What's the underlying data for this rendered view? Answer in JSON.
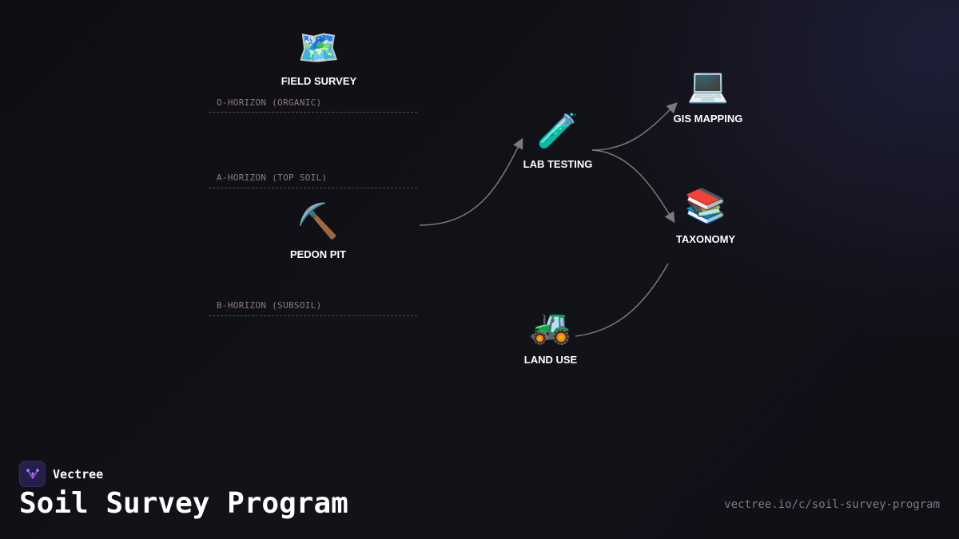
{
  "horizons": [
    {
      "label": "O-HORIZON (ORGANIC)"
    },
    {
      "label": "A-HORIZON (TOP SOIL)"
    },
    {
      "label": "B-HORIZON (SUBSOIL)"
    }
  ],
  "nodes": {
    "field_survey": {
      "icon": "🗺️",
      "icon_name": "world-map-icon",
      "label": "FIELD SURVEY"
    },
    "pedon_pit": {
      "icon": "⛏️",
      "icon_name": "pick-icon",
      "label": "PEDON PIT"
    },
    "lab_testing": {
      "icon": "🧪",
      "icon_name": "test-tube-icon",
      "label": "LAB TESTING"
    },
    "gis_mapping": {
      "icon": "💻",
      "icon_name": "laptop-icon",
      "label": "GIS MAPPING"
    },
    "taxonomy": {
      "icon": "📚",
      "icon_name": "books-icon",
      "label": "TAXONOMY"
    },
    "land_use": {
      "icon": "🚜",
      "icon_name": "tractor-icon",
      "label": "LAND USE"
    }
  },
  "edges": [
    {
      "from": "PEDON PIT",
      "to": "LAB TESTING"
    },
    {
      "from": "LAB TESTING",
      "to": "GIS MAPPING"
    },
    {
      "from": "LAB TESTING",
      "to": "TAXONOMY"
    },
    {
      "from": "TAXONOMY",
      "to": "LAND USE"
    }
  ],
  "brand": {
    "name": "Vectree"
  },
  "title": "Soil Survey Program",
  "url": "vectree.io/c/soil-survey-program",
  "colors": {
    "background": "#0f0f14",
    "connector": "#7a7a7a",
    "horizon_label": "#8c7b74",
    "accent": "#a855f7"
  }
}
